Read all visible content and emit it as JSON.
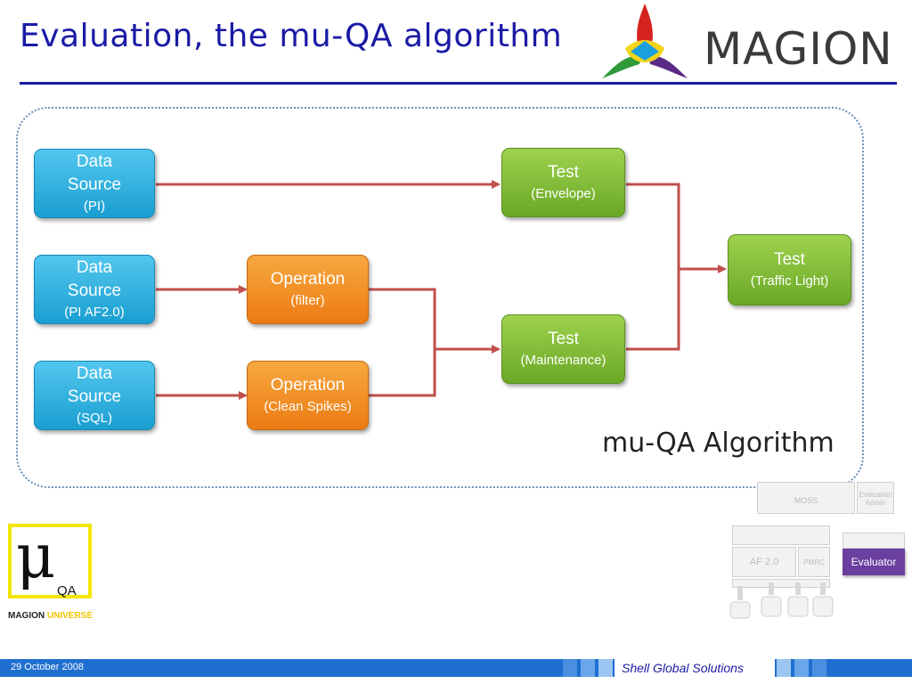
{
  "slide": {
    "title": "Evaluation, the mu-QA algorithm",
    "brand": "MAGION"
  },
  "diagram": {
    "label": "mu-QA Algorithm",
    "nodes": {
      "ds_pi": {
        "line1": "Data",
        "line2": "Source",
        "line3": "(PI)"
      },
      "ds_af": {
        "line1": "Data",
        "line2": "Source",
        "line3": "(PI AF2.0)"
      },
      "ds_sql": {
        "line1": "Data",
        "line2": "Source",
        "line3": "(SQL)"
      },
      "op_filter": {
        "line1": "Operation",
        "line2": "(filter)"
      },
      "op_spikes": {
        "line1": "Operation",
        "line2": "(Clean Spikes)"
      },
      "test_env": {
        "line1": "Test",
        "line2": "(Envelope)"
      },
      "test_maint": {
        "line1": "Test",
        "line2": "(Maintenance)"
      },
      "test_traffic": {
        "line1": "Test",
        "line2": "(Traffic Light)"
      }
    }
  },
  "architecture": {
    "moss": "MOSS",
    "evaluation_admin": "Evaluation Admin",
    "af": "AF 2.0",
    "pmrc": "PMRC",
    "evaluator": "Evaluator"
  },
  "mu_logo": {
    "glyph": "μ",
    "qa": "QA",
    "brand_main": "MAGION ",
    "brand_accent": "UNIVERSE"
  },
  "footer": {
    "date": "29 October 2008",
    "company": "Shell Global Solutions"
  },
  "colors": {
    "title_blue": "#1a1aa6",
    "arrow_red": "#c0504d",
    "source_blue": "#1a9fd1",
    "operation_orange": "#ec7b12",
    "test_green": "#6aa826",
    "evaluator_purple": "#6a3fa0",
    "footer_blue": "#1f6fd0"
  }
}
